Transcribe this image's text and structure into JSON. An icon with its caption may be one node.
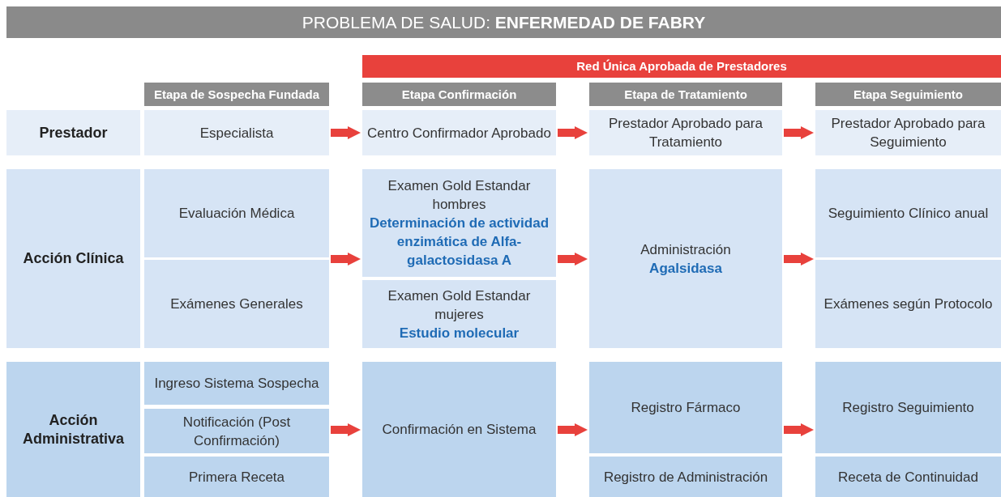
{
  "diagram": {
    "title": "PROBLEMA DE SALUD: **ENFERMEDAD DE FABRY**",
    "nodes": [
      {
        "text": [
          "Red Única Aprobada de Prestadores"
        ]
      },
      {
        "text": [
          "Etapa de Sospecha Fundada"
        ]
      },
      {
        "text": [
          "Etapa Confirmación"
        ]
      },
      {
        "text": [
          "Etapa de Tratamiento"
        ]
      },
      {
        "text": [
          "Etapa Seguimiento"
        ]
      },
      {
        "text": [
          "Prestador"
        ]
      },
      {
        "text": [
          "Especialista"
        ]
      },
      {
        "text": [
          "Centro Confirmador Aprobado"
        ]
      },
      {
        "text": [
          "Prestador Aprobado para Tratamiento"
        ]
      },
      {
        "text": [
          "Prestador Aprobado para Seguimiento"
        ]
      },
      {
        "text": [
          "Acción Clínica"
        ]
      },
      {
        "text": [
          "Evaluación Médica"
        ]
      },
      {
        "text": [
          "Examen Gold Estandar hombres",
          "Determinación de actividad enzimática de Alfa-galactosidasa A"
        ]
      },
      {
        "text": [
          "Administración",
          "Agalsidasa"
        ]
      },
      {
        "text": [
          "Seguimiento Clínico anual"
        ]
      },
      {
        "text": [
          "Exámenes Generales"
        ]
      },
      {
        "text": [
          "Examen Gold Estandar mujeres",
          "Estudio molecular"
        ]
      },
      {
        "text": [
          "Exámenes según Protocolo"
        ]
      },
      {
        "text": [
          "Acción Administrativa"
        ]
      },
      {
        "text": [
          "Ingreso Sistema Sospecha"
        ]
      },
      {
        "text": [
          "Confirmación en Sistema"
        ]
      },
      {
        "text": [
          "Registro Fármaco"
        ]
      },
      {
        "text": [
          "Registro Seguimiento"
        ]
      },
      {
        "text": [
          "Notificación (Post Confirmación)"
        ]
      },
      {
        "text": [
          "Primera Receta"
        ]
      },
      {
        "text": [
          "Registro de Administración"
        ]
      },
      {
        "text": [
          "Receta de Continuidad"
        ]
      }
    ],
    "edges": [
      {
        "from": 6,
        "to": 7,
        "arrow": "to"
      },
      {
        "from": 7,
        "to": 8,
        "arrow": "to"
      },
      {
        "from": 8,
        "to": 9,
        "arrow": "to"
      },
      {
        "from": 11,
        "to": 12,
        "arrow": "to"
      },
      {
        "from": 15,
        "to": 12,
        "arrow": "to"
      },
      {
        "from": 12,
        "to": 13,
        "arrow": "to"
      },
      {
        "from": 13,
        "to": 14,
        "arrow": "to"
      },
      {
        "from": 13,
        "to": 17,
        "arrow": "to"
      },
      {
        "from": 23,
        "to": 20,
        "arrow": "to"
      },
      {
        "from": 20,
        "to": 21,
        "arrow": "to"
      },
      {
        "from": 21,
        "to": 22,
        "arrow": "to"
      }
    ]
  }
}
